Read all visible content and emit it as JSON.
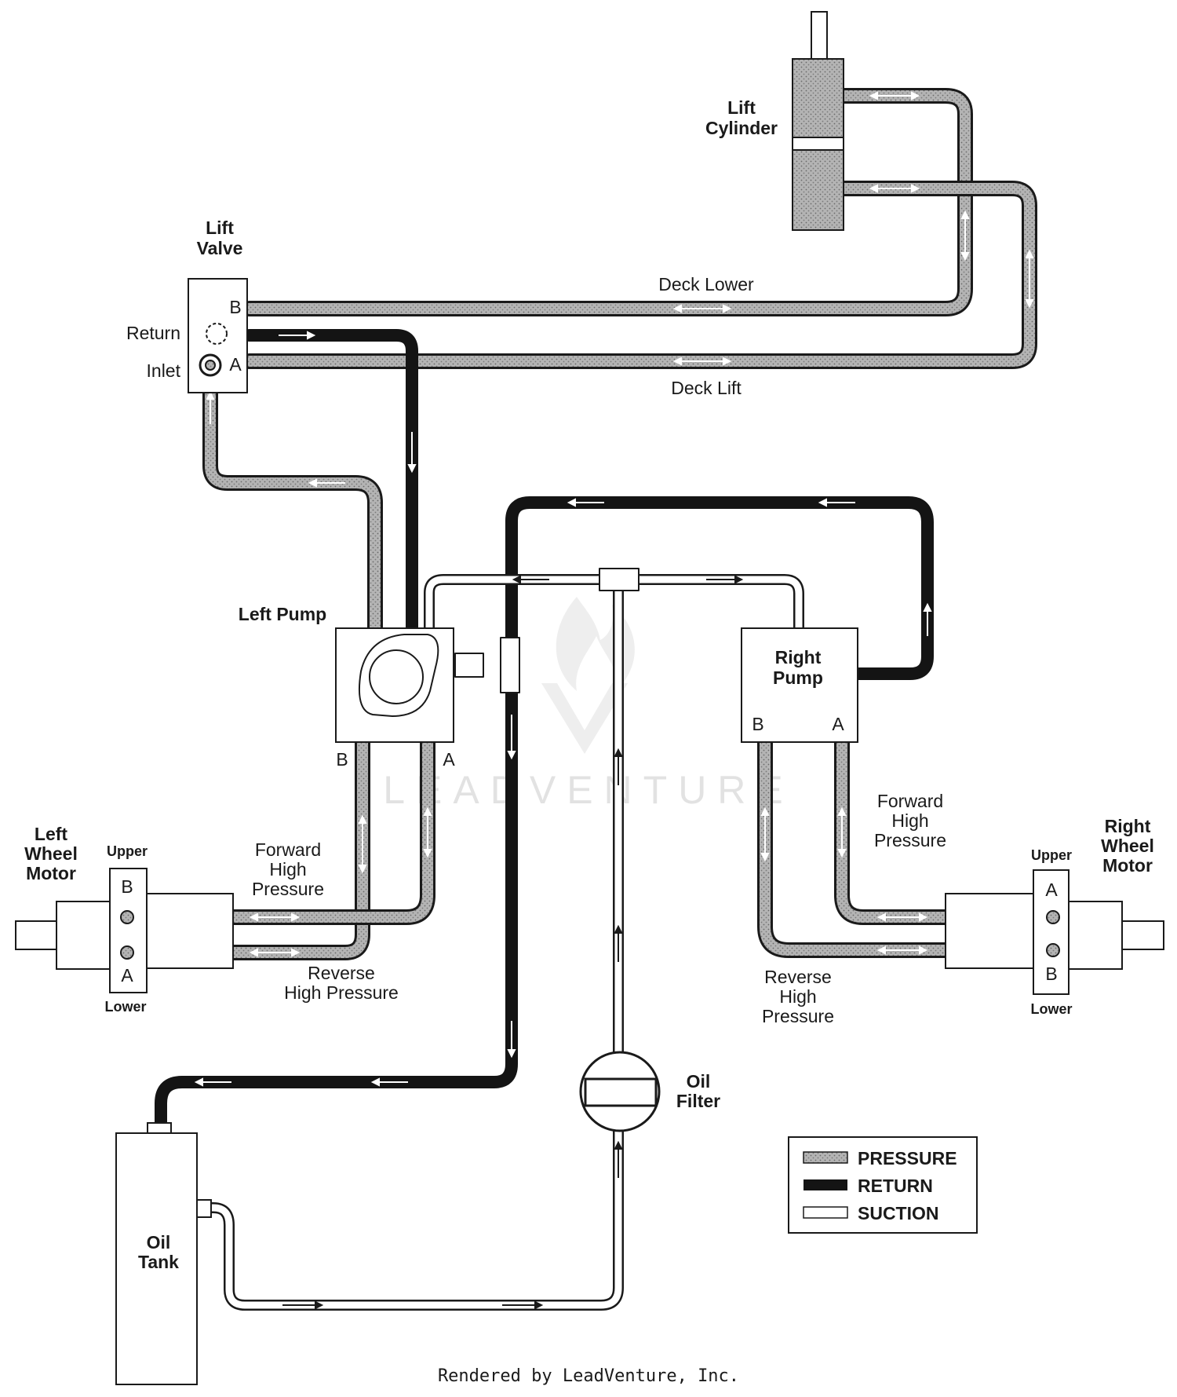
{
  "components": {
    "lift_cylinder": "Lift\nCylinder",
    "lift_valve": "Lift\nValve",
    "left_pump": "Left Pump",
    "right_pump": "Right\nPump",
    "left_wheel_motor": "Left\nWheel\nMotor",
    "right_wheel_motor": "Right\nWheel\nMotor",
    "oil_filter": "Oil\nFilter",
    "oil_tank": "Oil\nTank"
  },
  "lines": {
    "deck_lower": "Deck Lower",
    "deck_lift": "Deck Lift",
    "return": "Return",
    "inlet": "Inlet",
    "forward_high_pressure_left": "Forward\nHigh\nPressure",
    "reverse_high_pressure_left": "Reverse\nHigh Pressure",
    "forward_high_pressure_right": "Forward\nHigh\nPressure",
    "reverse_high_pressure_right": "Reverse\nHigh\nPressure"
  },
  "ports": {
    "valve_b": "B",
    "valve_a": "A",
    "left_pump_b": "B",
    "left_pump_a": "A",
    "right_pump_b": "B",
    "right_pump_a": "A",
    "left_motor_b": "B",
    "left_motor_a": "A",
    "right_motor_a": "A",
    "right_motor_b": "B",
    "left_upper": "Upper",
    "left_lower": "Lower",
    "right_upper": "Upper",
    "right_lower": "Lower"
  },
  "legend": {
    "pressure": "PRESSURE",
    "return": "RETURN",
    "suction": "SUCTION"
  },
  "colors": {
    "pressure": "#a6a6a6",
    "return": "#141414",
    "suction": "#ffffff",
    "outline": "#1a1a1a"
  },
  "watermark": "LEADVENTURE",
  "footer": "Rendered by LeadVenture, Inc."
}
